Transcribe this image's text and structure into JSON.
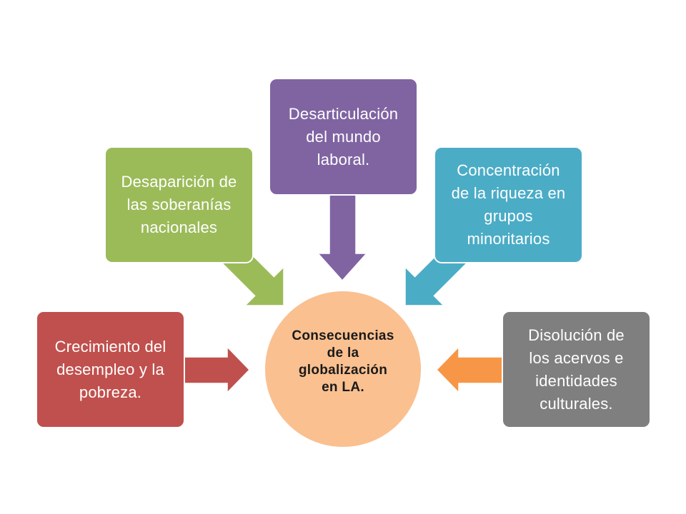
{
  "diagram": {
    "center": {
      "lines": [
        "Consecuencias",
        "de la",
        "globalización",
        "en LA."
      ],
      "fill": "#FAC090",
      "text_color": "#1A1A1A"
    },
    "nodes": [
      {
        "lines": [
          "Crecimiento del",
          "desempleo y la",
          "pobreza."
        ],
        "fill": "#C0504D",
        "arrow_fill": "#C0504D"
      },
      {
        "lines": [
          "Desaparición de",
          "las soberanías",
          "nacionales"
        ],
        "fill": "#9BBB59",
        "arrow_fill": "#9BBB59"
      },
      {
        "lines": [
          "Desarticulación",
          "del mundo",
          "laboral."
        ],
        "fill": "#8064A2",
        "arrow_fill": "#8064A2"
      },
      {
        "lines": [
          "Concentración",
          "de la riqueza en",
          "grupos",
          "minoritarios"
        ],
        "fill": "#4BACC6",
        "arrow_fill": "#4BACC6"
      },
      {
        "lines": [
          "Disolución de",
          "los acervos e",
          "identidades",
          "culturales."
        ],
        "fill": "#7F7F7F",
        "arrow_fill": "#F79646"
      }
    ]
  }
}
